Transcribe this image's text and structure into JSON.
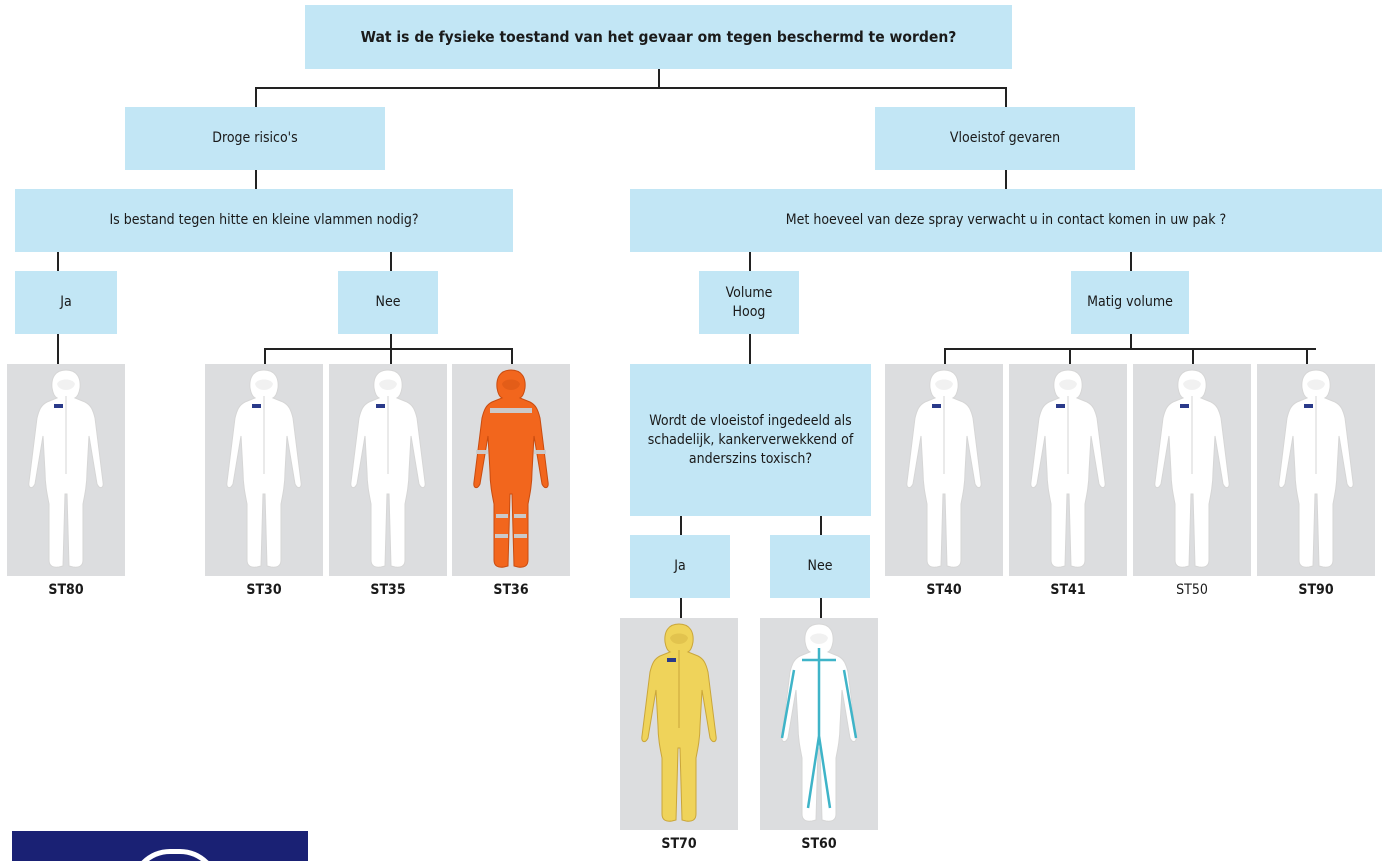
{
  "question_main": "Wat is de fysieke toestand van het gevaar om tegen beschermd te worden?",
  "branch_dry": "Droge risico's",
  "branch_liquid": "Vloeistof gevaren",
  "question_dry": "Is bestand tegen hitte en kleine vlammen nodig?",
  "question_liquid": "Met hoeveel van deze spray verwacht u in contact komen in uw pak ?",
  "dry_yes": "Ja",
  "dry_no": "Nee",
  "volume_high": "Volume Hoog",
  "volume_moderate": "Matig volume",
  "question_toxic": "Wordt de vloeistof ingedeeld als schadelijk, kankerverwekkend of anderszins toxisch?",
  "toxic_yes": "Ja",
  "toxic_no": "Nee",
  "products": [
    {
      "code": "ST80",
      "color": "#ffffff",
      "variant": "plain"
    },
    {
      "code": "ST30",
      "color": "#ffffff",
      "variant": "plain"
    },
    {
      "code": "ST35",
      "color": "#ffffff",
      "variant": "plain"
    },
    {
      "code": "ST36",
      "color": "#f2661d",
      "variant": "reflective"
    },
    {
      "code": "ST70",
      "color": "#efd35a",
      "variant": "plain"
    },
    {
      "code": "ST60",
      "color": "#ffffff",
      "variant": "taped"
    },
    {
      "code": "ST40",
      "color": "#ffffff",
      "variant": "plain"
    },
    {
      "code": "ST41",
      "color": "#ffffff",
      "variant": "plain"
    },
    {
      "code": "ST50",
      "color": "#ffffff",
      "variant": "plain"
    },
    {
      "code": "ST90",
      "color": "#ffffff",
      "variant": "plain"
    }
  ],
  "colors": {
    "box": "#c2e6f5",
    "card": "#dcdddf",
    "logo": "#1a2174"
  }
}
